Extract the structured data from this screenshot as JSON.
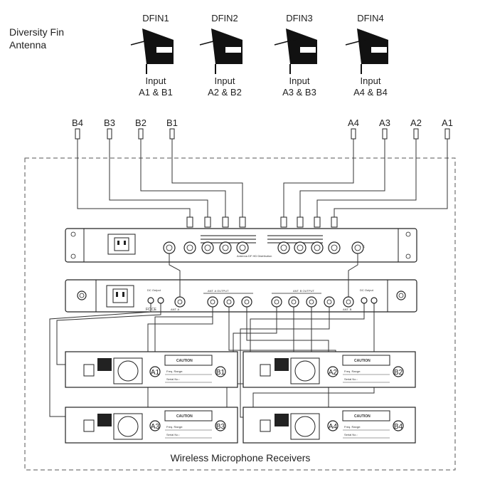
{
  "header": {
    "title_line1": "Diversity Fin",
    "title_line2": "Antenna"
  },
  "antennas": [
    {
      "name": "DFIN1",
      "input_line1": "Input",
      "input_line2": "A1 & B1"
    },
    {
      "name": "DFIN2",
      "input_line1": "Input",
      "input_line2": "A2 & B2"
    },
    {
      "name": "DFIN3",
      "input_line1": "Input",
      "input_line2": "A3 & B3"
    },
    {
      "name": "DFIN4",
      "input_line1": "Input",
      "input_line2": "A4 & B4"
    }
  ],
  "cable_labels": [
    "B4",
    "B3",
    "B2",
    "B1",
    "A4",
    "A3",
    "A2",
    "A1"
  ],
  "combiner_panel": {
    "fc_mark": "FC CE",
    "small_text": "Antenna DF HD Distribution"
  },
  "distribution_panel": {
    "ant_a_output": "ANT. A OUTPUT",
    "ant_b_output": "ANT. B OUTPUT",
    "dc_output": "DC Output",
    "ant_a": "ANT. A",
    "ant_b": "ANT. B",
    "fc_mark": "FC CE"
  },
  "receivers": [
    {
      "id": "r1",
      "ant_a": "A1",
      "ant_b": "B1",
      "caution": "CAUTION",
      "freq_range": "Freq. Range:",
      "serial": "Serial No.:"
    },
    {
      "id": "r2",
      "ant_a": "A2",
      "ant_b": "B2",
      "caution": "CAUTION",
      "freq_range": "Freq. Range:",
      "serial": "Serial No.:"
    },
    {
      "id": "r3",
      "ant_a": "A3",
      "ant_b": "B3",
      "caution": "CAUTION",
      "freq_range": "Freq. Range:",
      "serial": "Serial No.:"
    },
    {
      "id": "r4",
      "ant_a": "A4",
      "ant_b": "B4",
      "caution": "CAUTION",
      "freq_range": "Freq. Range:",
      "serial": "Serial No.:"
    }
  ],
  "footer": {
    "label": "Wireless Microphone Receivers"
  }
}
